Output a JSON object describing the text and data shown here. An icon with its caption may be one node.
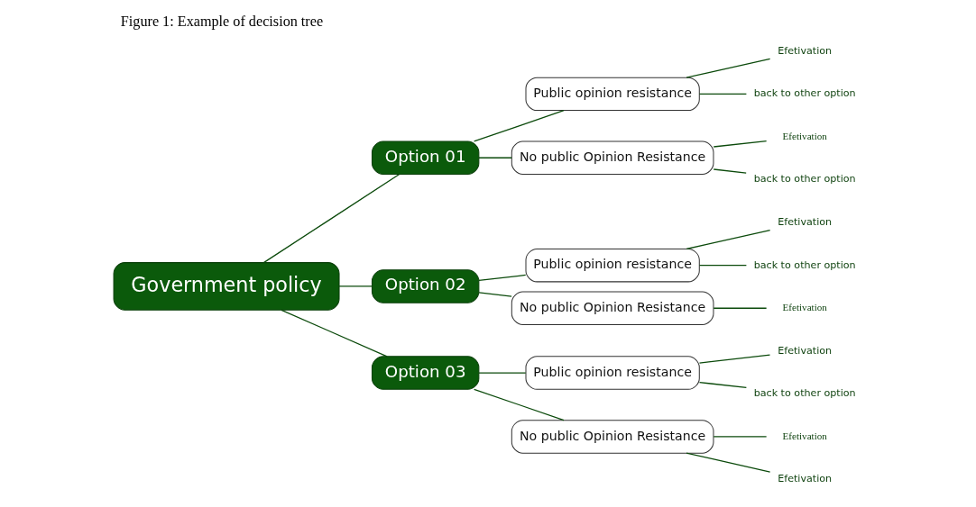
{
  "diagram": {
    "caption": "Figure 1: Example of decision tree",
    "nodes": [
      {
        "text": [
          "Government policy"
        ]
      },
      {
        "text": [
          "Option 01"
        ]
      },
      {
        "text": [
          "Public opinion resistance"
        ]
      },
      {
        "text": [
          "Efetivation"
        ]
      },
      {
        "text": [
          "back to other option"
        ]
      },
      {
        "text": [
          "No public Opinion Resistance"
        ]
      },
      {
        "text": [
          "Efetivation"
        ]
      },
      {
        "text": [
          "back to other option"
        ]
      },
      {
        "text": [
          "Option 02"
        ]
      },
      {
        "text": [
          "Public opinion resistance"
        ]
      },
      {
        "text": [
          "Efetivation"
        ]
      },
      {
        "text": [
          "back to other option"
        ]
      },
      {
        "text": [
          "No public Opinion Resistance"
        ]
      },
      {
        "text": [
          "Efetivation"
        ]
      },
      {
        "text": [
          "Option 03"
        ]
      },
      {
        "text": [
          "Public opinion resistance"
        ]
      },
      {
        "text": [
          "Efetivation"
        ]
      },
      {
        "text": [
          "back to other option"
        ]
      },
      {
        "text": [
          "No public Opinion Resistance"
        ]
      },
      {
        "text": [
          "Efetivation"
        ]
      },
      {
        "text": [
          "Efetivation"
        ]
      }
    ],
    "edges": [
      {
        "from": 0,
        "to": 1,
        "arrow": "none"
      },
      {
        "from": 1,
        "to": 2,
        "arrow": "none"
      },
      {
        "from": 2,
        "to": 3,
        "arrow": "none"
      },
      {
        "from": 2,
        "to": 4,
        "arrow": "none"
      },
      {
        "from": 1,
        "to": 5,
        "arrow": "none"
      },
      {
        "from": 5,
        "to": 6,
        "arrow": "none"
      },
      {
        "from": 5,
        "to": 7,
        "arrow": "none"
      },
      {
        "from": 0,
        "to": 8,
        "arrow": "none"
      },
      {
        "from": 8,
        "to": 9,
        "arrow": "none"
      },
      {
        "from": 9,
        "to": 10,
        "arrow": "none"
      },
      {
        "from": 9,
        "to": 11,
        "arrow": "none"
      },
      {
        "from": 8,
        "to": 12,
        "arrow": "none"
      },
      {
        "from": 12,
        "to": 13,
        "arrow": "none"
      },
      {
        "from": 0,
        "to": 14,
        "arrow": "none"
      },
      {
        "from": 14,
        "to": 15,
        "arrow": "none"
      },
      {
        "from": 15,
        "to": 16,
        "arrow": "none"
      },
      {
        "from": 15,
        "to": 17,
        "arrow": "none"
      },
      {
        "from": 14,
        "to": 18,
        "arrow": "none"
      },
      {
        "from": 18,
        "to": 19,
        "arrow": "none"
      },
      {
        "from": 18,
        "to": 20,
        "arrow": "none"
      }
    ]
  }
}
